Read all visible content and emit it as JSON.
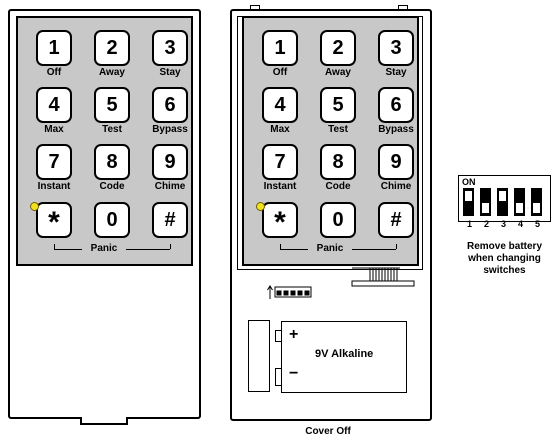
{
  "keys": [
    {
      "key": "1",
      "label": "Off"
    },
    {
      "key": "2",
      "label": "Away"
    },
    {
      "key": "3",
      "label": "Stay"
    },
    {
      "key": "4",
      "label": "Max"
    },
    {
      "key": "5",
      "label": "Test"
    },
    {
      "key": "6",
      "label": "Bypass"
    },
    {
      "key": "7",
      "label": "Instant"
    },
    {
      "key": "8",
      "label": "Code"
    },
    {
      "key": "9",
      "label": "Chime"
    },
    {
      "key": "*",
      "label": ""
    },
    {
      "key": "0",
      "label": ""
    },
    {
      "key": "#",
      "label": ""
    }
  ],
  "panic_label": "Panic",
  "battery": {
    "label": "9V Alkaline",
    "plus": "+",
    "minus": "−"
  },
  "cover_off_caption": "Cover Off",
  "dip_switch": {
    "on_label": "ON",
    "numbers": [
      "1",
      "2",
      "3",
      "4",
      "5"
    ],
    "states": [
      "on",
      "off",
      "on",
      "off",
      "off"
    ]
  },
  "note": "Remove battery when changing switches",
  "colors": {
    "keypad": "#c8c8c8",
    "led": "#f0e020"
  }
}
